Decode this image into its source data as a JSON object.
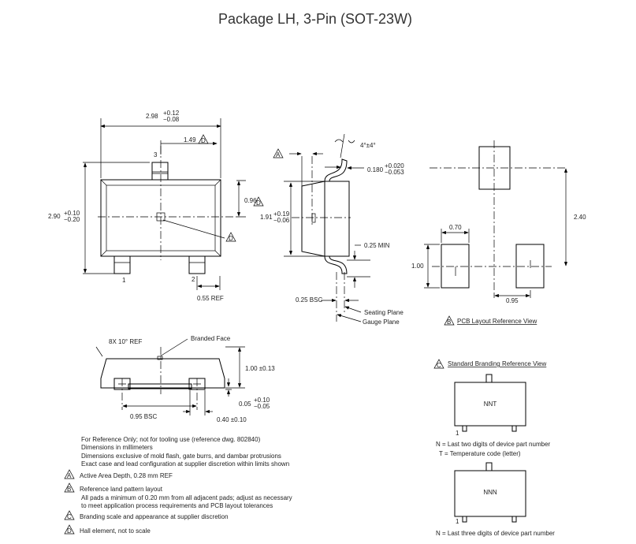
{
  "title": "Package LH, 3-Pin (SOT-23W)",
  "top_view": {
    "width": "2.98",
    "width_tol_plus": "+0.12",
    "width_tol_minus": "−0.08",
    "half_width": "1.49",
    "height": "2.90",
    "height_tol_plus": "+0.10",
    "height_tol_minus": "−0.20",
    "offset": "0.96",
    "lead_ref": "0.55 REF",
    "pin1": "1",
    "pin2": "2",
    "pin3": "3"
  },
  "side_view": {
    "angle": "4°±4°",
    "lead_thk": "0.180",
    "lead_thk_plus": "+0.020",
    "lead_thk_minus": "−0.053",
    "body": "1.91",
    "body_plus": "+0.19",
    "body_minus": "−0.06",
    "min": "0.25 MIN",
    "bsc": "0.25 BSC",
    "seating": "Seating Plane",
    "gauge": "Gauge Plane"
  },
  "front_view": {
    "draft": "8X 10° REF",
    "branded": "Branded Face",
    "height": "1.00 ±0.13",
    "standoff": "0.05",
    "standoff_plus": "+0.10",
    "standoff_minus": "−0.05",
    "pitch": "0.95 BSC",
    "lead_w": "0.40 ±0.10"
  },
  "pcb": {
    "pad_w": "0.70",
    "pad_h": "1.00",
    "span": "2.40",
    "pitch": "0.95",
    "label": "PCB Layout Reference View"
  },
  "branding": {
    "label": "Standard Branding Reference View",
    "mark1": "NNT",
    "mark2": "NNN",
    "pin1": "1",
    "note1a": "N = Last two digits of device part number",
    "note1b": "T = Temperature code (letter)",
    "note2": "N = Last three digits of device part number"
  },
  "markers": {
    "a": "A",
    "b": "B",
    "c": "C",
    "d": "D"
  },
  "notes": {
    "n1": "For Reference Only; not for tooling use (reference dwg. 802840)",
    "n2": "Dimensions in millimeters",
    "n3": "Dimensions exclusive of mold flash, gate burrs, and dambar protrusions",
    "n4": "Exact case and lead configuration at supplier discretion within limits shown",
    "a": "Active Area Depth, 0.28 mm REF",
    "b1": "Reference land pattern layout",
    "b2": "All pads a minimum of 0.20 mm from all adjacent pads; adjust as necessary",
    "b3": "to meet application process requirements and PCB layout tolerances",
    "c": "Branding scale and appearance at supplier discretion",
    "d": "Hall element, not to scale"
  }
}
